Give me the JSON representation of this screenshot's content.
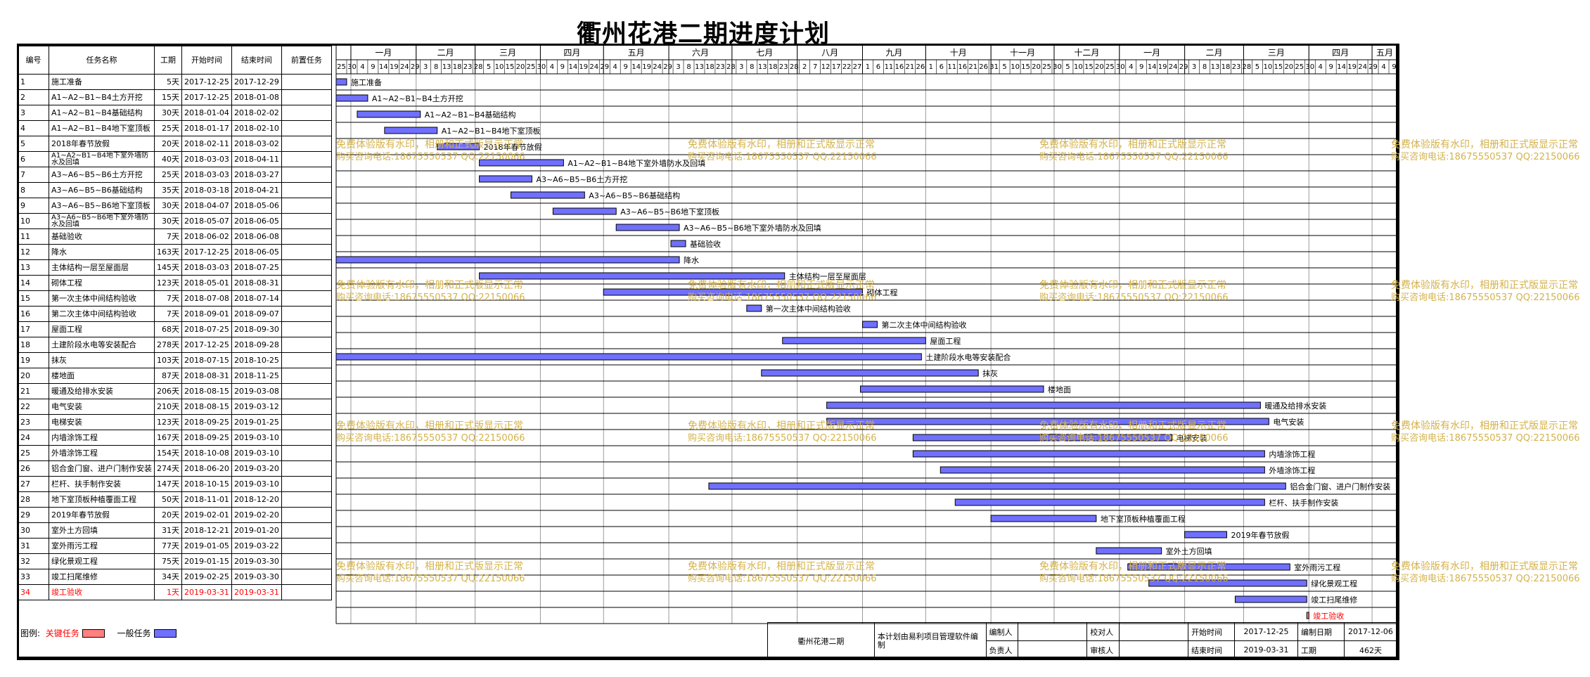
{
  "title": "衢州花港二期进度计划",
  "headers": [
    "编号",
    "任务名称",
    "工期",
    "开始时间",
    "结束时间",
    "前置任务"
  ],
  "months": [
    "一月",
    "二月",
    "三月",
    "四月",
    "五月",
    "六月",
    "七月",
    "八月",
    "九月",
    "十月",
    "十一月",
    "十二月",
    "一月",
    "二月",
    "三月",
    "四月",
    "五月"
  ],
  "day_ticks": [
    "25",
    "30",
    "4",
    "9",
    "14",
    "19",
    "24",
    "29",
    "3",
    "8",
    "13",
    "18",
    "23",
    "28",
    "5",
    "10",
    "15",
    "20",
    "25",
    "30",
    "4",
    "9",
    "14",
    "19",
    "24",
    "29",
    "4",
    "9",
    "14",
    "19",
    "24",
    "29",
    "3",
    "8",
    "13",
    "18",
    "23",
    "28",
    "3",
    "8",
    "13",
    "18",
    "23",
    "28",
    "2",
    "7",
    "12",
    "17",
    "22",
    "27",
    "1",
    "6",
    "11",
    "16",
    "21",
    "26",
    "1",
    "6",
    "11",
    "16",
    "21",
    "26",
    "31",
    "5",
    "10",
    "15",
    "20",
    "25",
    "30",
    "5",
    "10",
    "15",
    "20",
    "25",
    "30",
    "4",
    "9",
    "14",
    "19",
    "24",
    "29",
    "3",
    "8",
    "13",
    "18",
    "23",
    "28",
    "5",
    "10",
    "15",
    "20",
    "25",
    "30",
    "4",
    "9",
    "14",
    "19",
    "24",
    "29",
    "4",
    "9"
  ],
  "watermark": {
    "line1": "免费体验版有水印，相册和正式版显示正常",
    "line2": "购买咨询电话:18675550537 QQ:22150066"
  },
  "colors": {
    "normal_bar": "#7070ff",
    "critical_bar": "#ff8080",
    "critical_text": "#ff0000",
    "watermark": "#d4b24a"
  },
  "chart_data": {
    "type": "gantt",
    "title": "衢州花港二期进度计划",
    "x_range": [
      "2017-12-25",
      "2019-05-13"
    ],
    "tasks": [
      {
        "id": "1",
        "name": "施工准备",
        "duration": "5天",
        "start": "2017-12-25",
        "end": "2017-12-29",
        "pred": "",
        "critical": false
      },
      {
        "id": "2",
        "name": "A1~A2~B1~B4土方开挖",
        "duration": "15天",
        "start": "2017-12-25",
        "end": "2018-01-08",
        "pred": "",
        "critical": false
      },
      {
        "id": "3",
        "name": "A1~A2~B1~B4基础结构",
        "duration": "30天",
        "start": "2018-01-04",
        "end": "2018-02-02",
        "pred": "",
        "critical": false
      },
      {
        "id": "4",
        "name": "A1~A2~B1~B4地下室顶板",
        "duration": "25天",
        "start": "2018-01-17",
        "end": "2018-02-10",
        "pred": "",
        "critical": false
      },
      {
        "id": "5",
        "name": "2018年春节放假",
        "duration": "20天",
        "start": "2018-02-11",
        "end": "2018-03-02",
        "pred": "",
        "critical": false
      },
      {
        "id": "6",
        "name": "A1~A2~B1~B4地下室外墙防水及回填",
        "duration": "40天",
        "start": "2018-03-03",
        "end": "2018-04-11",
        "pred": "",
        "critical": false
      },
      {
        "id": "7",
        "name": "A3~A6~B5~B6土方开挖",
        "duration": "25天",
        "start": "2018-03-03",
        "end": "2018-03-27",
        "pred": "",
        "critical": false
      },
      {
        "id": "8",
        "name": "A3~A6~B5~B6基础结构",
        "duration": "35天",
        "start": "2018-03-18",
        "end": "2018-04-21",
        "pred": "",
        "critical": false
      },
      {
        "id": "9",
        "name": "A3~A6~B5~B6地下室顶板",
        "duration": "30天",
        "start": "2018-04-07",
        "end": "2018-05-06",
        "pred": "",
        "critical": false
      },
      {
        "id": "10",
        "name": "A3~A6~B5~B6地下室外墙防水及回填",
        "duration": "30天",
        "start": "2018-05-07",
        "end": "2018-06-05",
        "pred": "",
        "critical": false
      },
      {
        "id": "11",
        "name": "基础验收",
        "duration": "7天",
        "start": "2018-06-02",
        "end": "2018-06-08",
        "pred": "",
        "critical": false
      },
      {
        "id": "12",
        "name": "降水",
        "duration": "163天",
        "start": "2017-12-25",
        "end": "2018-06-05",
        "pred": "",
        "critical": false
      },
      {
        "id": "13",
        "name": "主体结构一层至屋面层",
        "duration": "145天",
        "start": "2018-03-03",
        "end": "2018-07-25",
        "pred": "",
        "critical": false
      },
      {
        "id": "14",
        "name": "砌体工程",
        "duration": "123天",
        "start": "2018-05-01",
        "end": "2018-08-31",
        "pred": "",
        "critical": false
      },
      {
        "id": "15",
        "name": "第一次主体中间结构验收",
        "duration": "7天",
        "start": "2018-07-08",
        "end": "2018-07-14",
        "pred": "",
        "critical": false
      },
      {
        "id": "16",
        "name": "第二次主体中间结构验收",
        "duration": "7天",
        "start": "2018-09-01",
        "end": "2018-09-07",
        "pred": "",
        "critical": false
      },
      {
        "id": "17",
        "name": "屋面工程",
        "duration": "68天",
        "start": "2018-07-25",
        "end": "2018-09-30",
        "pred": "",
        "critical": false
      },
      {
        "id": "18",
        "name": "土建阶段水电等安装配合",
        "duration": "278天",
        "start": "2017-12-25",
        "end": "2018-09-28",
        "pred": "",
        "critical": false
      },
      {
        "id": "19",
        "name": "抹灰",
        "duration": "103天",
        "start": "2018-07-15",
        "end": "2018-10-25",
        "pred": "",
        "critical": false
      },
      {
        "id": "20",
        "name": "楼地面",
        "duration": "87天",
        "start": "2018-08-31",
        "end": "2018-11-25",
        "pred": "",
        "critical": false
      },
      {
        "id": "21",
        "name": "暖通及给排水安装",
        "duration": "206天",
        "start": "2018-08-15",
        "end": "2019-03-08",
        "pred": "",
        "critical": false
      },
      {
        "id": "22",
        "name": "电气安装",
        "duration": "210天",
        "start": "2018-08-15",
        "end": "2019-03-12",
        "pred": "",
        "critical": false
      },
      {
        "id": "23",
        "name": "电梯安装",
        "duration": "123天",
        "start": "2018-09-25",
        "end": "2019-01-25",
        "pred": "",
        "critical": false
      },
      {
        "id": "24",
        "name": "内墙涂饰工程",
        "duration": "167天",
        "start": "2018-09-25",
        "end": "2019-03-10",
        "pred": "",
        "critical": false
      },
      {
        "id": "25",
        "name": "外墙涂饰工程",
        "duration": "154天",
        "start": "2018-10-08",
        "end": "2019-03-10",
        "pred": "",
        "critical": false
      },
      {
        "id": "26",
        "name": "铝合金门窗、进户门制作安装",
        "duration": "274天",
        "start": "2018-06-20",
        "end": "2019-03-20",
        "pred": "",
        "critical": false
      },
      {
        "id": "27",
        "name": "栏杆、扶手制作安装",
        "duration": "147天",
        "start": "2018-10-15",
        "end": "2019-03-10",
        "pred": "",
        "critical": false
      },
      {
        "id": "28",
        "name": "地下室顶板种植覆面工程",
        "duration": "50天",
        "start": "2018-11-01",
        "end": "2018-12-20",
        "pred": "",
        "critical": false
      },
      {
        "id": "29",
        "name": "2019年春节放假",
        "duration": "20天",
        "start": "2019-02-01",
        "end": "2019-02-20",
        "pred": "",
        "critical": false
      },
      {
        "id": "30",
        "name": "室外土方回填",
        "duration": "31天",
        "start": "2018-12-21",
        "end": "2019-01-20",
        "pred": "",
        "critical": false
      },
      {
        "id": "31",
        "name": "室外雨污工程",
        "duration": "77天",
        "start": "2019-01-05",
        "end": "2019-03-22",
        "pred": "",
        "critical": false
      },
      {
        "id": "32",
        "name": "绿化景观工程",
        "duration": "75天",
        "start": "2019-01-15",
        "end": "2019-03-30",
        "pred": "",
        "critical": false
      },
      {
        "id": "33",
        "name": "竣工扫尾维修",
        "duration": "34天",
        "start": "2019-02-25",
        "end": "2019-03-30",
        "pred": "",
        "critical": false
      },
      {
        "id": "34",
        "name": "竣工验收",
        "duration": "1天",
        "start": "2019-03-31",
        "end": "2019-03-31",
        "pred": "",
        "critical": true
      }
    ]
  },
  "legend": {
    "label": "图例:",
    "critical": "关键任务",
    "normal": "一般任务"
  },
  "info": {
    "project_name": "衢州花港二期",
    "software_note": "本计划由易利项目管理软件编制",
    "editor_label": "编制人",
    "editor": "",
    "checker_label": "校对人",
    "checker": "",
    "responsible_label": "负责人",
    "responsible": "",
    "reviewer_label": "审核人",
    "reviewer": "",
    "start_label": "开始时间",
    "start": "2017-12-25",
    "end_label": "结束时间",
    "end": "2019-03-31",
    "date_label": "编制日期",
    "date": "2017-12-06",
    "duration_label": "工期",
    "duration": "462天"
  }
}
